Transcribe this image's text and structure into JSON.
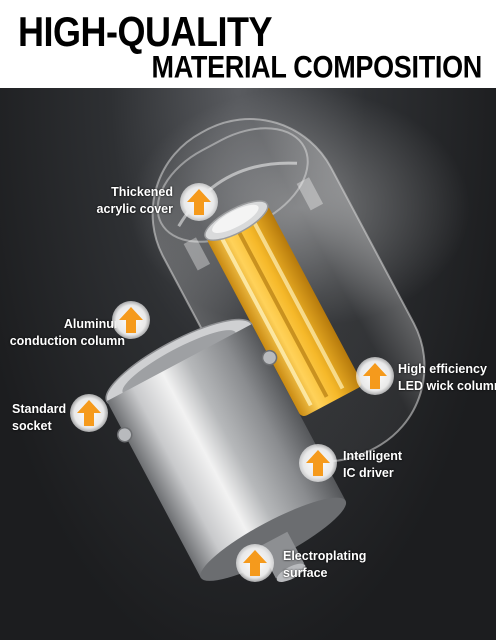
{
  "header": {
    "title_line1": "HIGH-QUALITY",
    "title_line2": "MATERIAL COMPOSITION"
  },
  "colors": {
    "arrow": "#f59a1c",
    "filament": "#f6b92a",
    "background": "#232426"
  },
  "callouts": [
    {
      "id": "acrylic",
      "lines": [
        "Thickened",
        "acrylic cover"
      ],
      "icon": "arrow-up-icon"
    },
    {
      "id": "aluminum",
      "lines": [
        "Aluminum",
        "conduction column"
      ],
      "icon": "arrow-up-icon"
    },
    {
      "id": "socket",
      "lines": [
        "Standard",
        "socket"
      ],
      "icon": "arrow-up-icon"
    },
    {
      "id": "wick",
      "lines": [
        "High efficiency",
        "LED wick column"
      ],
      "icon": "arrow-up-icon"
    },
    {
      "id": "driver",
      "lines": [
        "Intelligent",
        "IC driver"
      ],
      "icon": "arrow-up-icon"
    },
    {
      "id": "surface",
      "lines": [
        "Electroplating",
        "surface"
      ],
      "icon": "arrow-up-icon"
    }
  ]
}
